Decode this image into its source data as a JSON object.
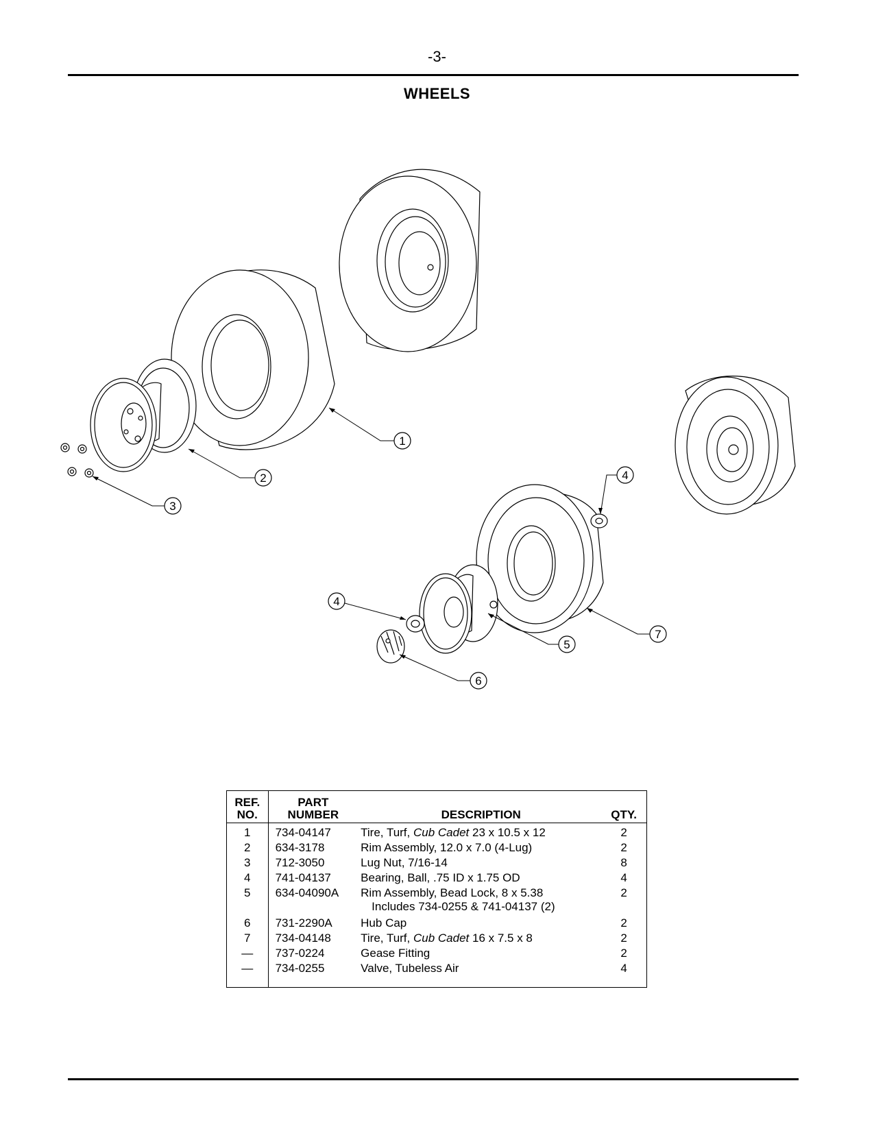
{
  "page": {
    "number": "-3-",
    "title": "WHEELS"
  },
  "diagram": {
    "callouts": [
      "1",
      "2",
      "3",
      "4",
      "4",
      "5",
      "6",
      "7"
    ]
  },
  "table": {
    "headers": {
      "ref_line1": "REF.",
      "ref_line2": "NO.",
      "part_line1": "PART",
      "part_line2": "NUMBER",
      "description": "DESCRIPTION",
      "qty": "QTY."
    },
    "rows": [
      {
        "ref": "1",
        "part": "734-04147",
        "desc_pre": "Tire, Turf, ",
        "desc_brand": "Cub Cadet",
        "desc_post": " 23 x 10.5 x 12",
        "qty": "2"
      },
      {
        "ref": "2",
        "part": "634-3178",
        "desc": "Rim Assembly, 12.0 x 7.0 (4-Lug)",
        "qty": "2"
      },
      {
        "ref": "3",
        "part": "712-3050",
        "desc": "Lug Nut, 7/16-14",
        "qty": "8"
      },
      {
        "ref": "4",
        "part": "741-04137",
        "desc": "Bearing, Ball, .75 ID x 1.75 OD",
        "qty": "4"
      },
      {
        "ref": "5",
        "part": "634-04090A",
        "desc": "Rim Assembly, Bead Lock, 8 x 5.38",
        "desc_note": "Includes 734-0255 & 741-04137 (2)",
        "qty": "2"
      },
      {
        "ref": "6",
        "part": "731-2290A",
        "desc": "Hub Cap",
        "qty": "2"
      },
      {
        "ref": "7",
        "part": "734-04148",
        "desc_pre": "Tire, Turf, ",
        "desc_brand": "Cub Cadet",
        "desc_post": " 16 x 7.5 x 8",
        "qty": "2"
      },
      {
        "ref": "—",
        "part": "737-0224",
        "desc": "Gease Fitting",
        "qty": "2"
      },
      {
        "ref": "—",
        "part": "734-0255",
        "desc": "Valve, Tubeless Air",
        "qty": "4"
      }
    ]
  }
}
